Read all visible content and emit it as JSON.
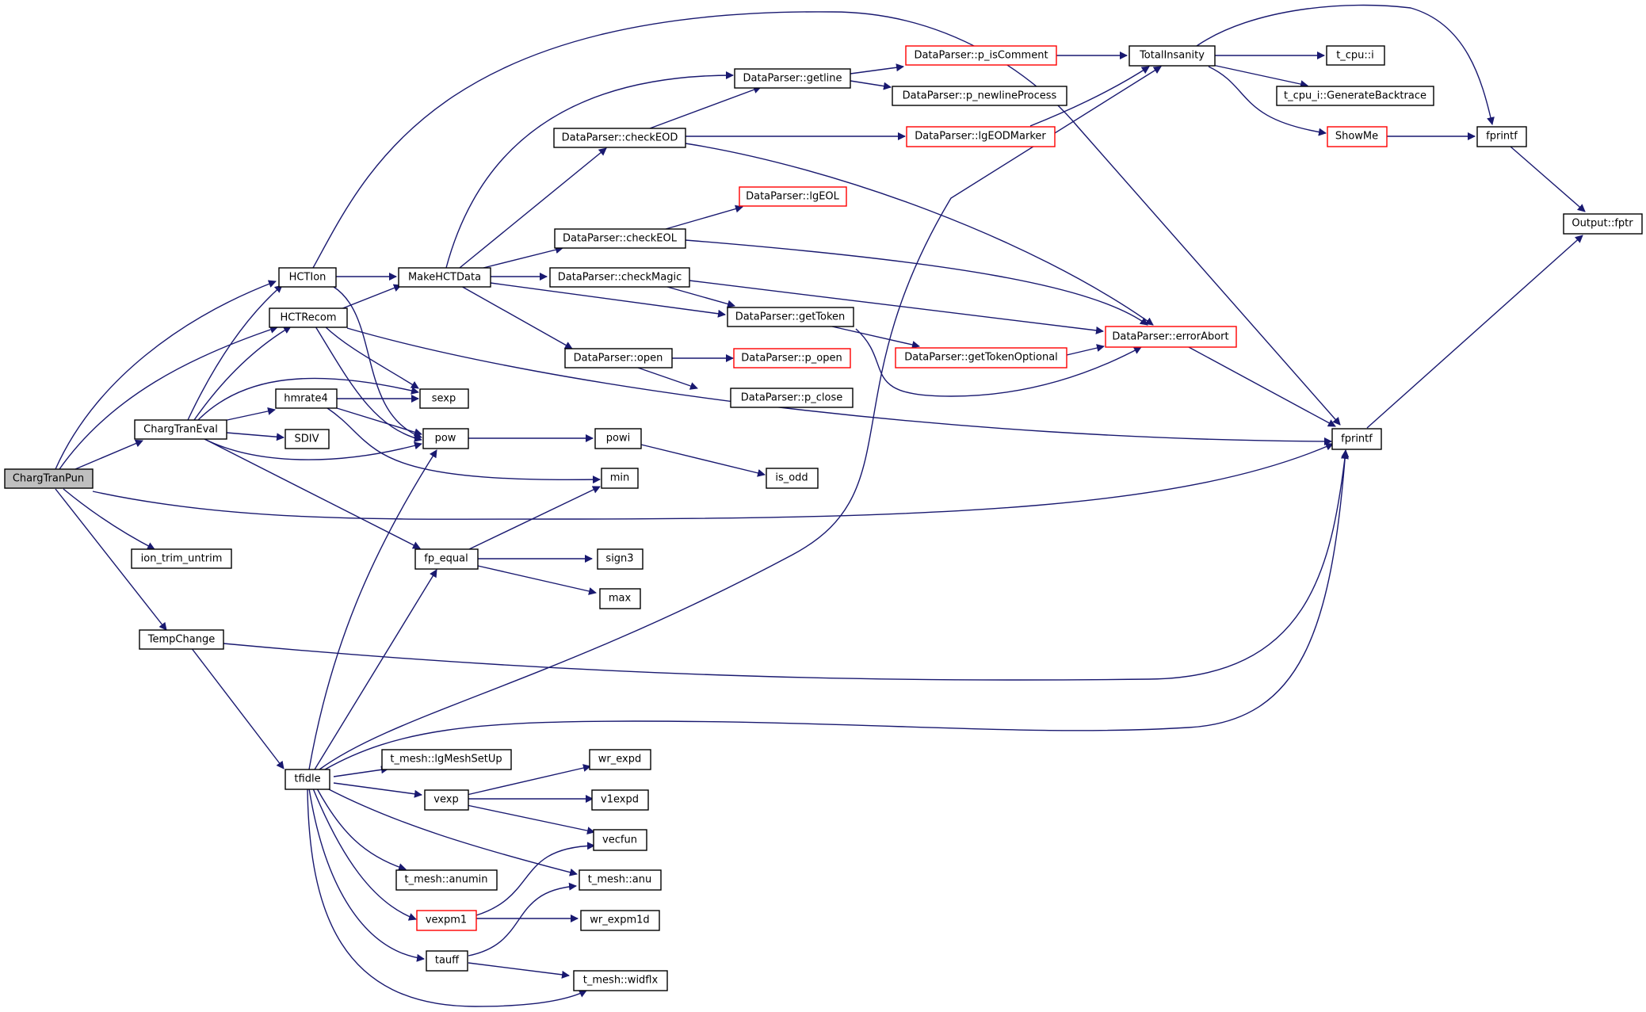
{
  "title": "Call graph for ChargTranPun",
  "colors": {
    "edge": "#191970",
    "node_border": "#000000",
    "error_border": "#ff0000",
    "root_fill": "#bfbfbf"
  },
  "nodes": {
    "ChargTranPun": "ChargTranPun",
    "ChargTranEval": "ChargTranEval",
    "HCTIon": "HCTIon",
    "HCTRecom": "HCTRecom",
    "hmrate4": "hmrate4",
    "SDIV": "SDIV",
    "sexp": "sexp",
    "pow": "pow",
    "ion_trim_untrim": "ion_trim_untrim",
    "TempChange": "TempChange",
    "tfidle": "tfidle",
    "MakeHCTData": "MakeHCTData",
    "getline": "DataParser::getline",
    "checkEOD": "DataParser::checkEOD",
    "checkEOL": "DataParser::checkEOL",
    "checkMagic": "DataParser::checkMagic",
    "getToken": "DataParser::getToken",
    "open": "DataParser::open",
    "p_open": "DataParser::p_open",
    "p_close": "DataParser::p_close",
    "lgEOL": "DataParser::lgEOL",
    "p_isComment": "DataParser::p_isComment",
    "p_newlineProcess": "DataParser::p_newlineProcess",
    "lgEODMarker": "DataParser::lgEODMarker",
    "getTokenOptional": "DataParser::getTokenOptional",
    "errorAbort": "DataParser::errorAbort",
    "TotalInsanity": "TotalInsanity",
    "t_cpu_i": "t_cpu::i",
    "GenerateBacktrace": "t_cpu_i::GenerateBacktrace",
    "ShowMe": "ShowMe",
    "fprintf_top": "fprintf",
    "Output_fptr": "Output::fptr",
    "fprintf_mid": "fprintf",
    "powi": "powi",
    "min": "min",
    "is_odd": "is_odd",
    "fp_equal": "fp_equal",
    "sign3": "sign3",
    "max": "max",
    "lgMeshSetUp": "t_mesh::lgMeshSetUp",
    "vexp": "vexp",
    "wr_expd": "wr_expd",
    "v1expd": "v1expd",
    "vecfun": "vecfun",
    "anumin": "t_mesh::anumin",
    "anu": "t_mesh::anu",
    "vexpm1": "vexpm1",
    "wr_expm1d": "wr_expm1d",
    "tauff": "tauff",
    "widflx": "t_mesh::widflx"
  },
  "edges": [
    [
      "ChargTranPun",
      "HCTIon"
    ],
    [
      "ChargTranPun",
      "HCTRecom"
    ],
    [
      "ChargTranPun",
      "ChargTranEval"
    ],
    [
      "ChargTranPun",
      "ion_trim_untrim"
    ],
    [
      "ChargTranPun",
      "TempChange"
    ],
    [
      "ChargTranPun",
      "fprintf_mid"
    ],
    [
      "ChargTranEval",
      "HCTIon"
    ],
    [
      "ChargTranEval",
      "HCTRecom"
    ],
    [
      "ChargTranEval",
      "hmrate4"
    ],
    [
      "ChargTranEval",
      "SDIV"
    ],
    [
      "ChargTranEval",
      "sexp"
    ],
    [
      "ChargTranEval",
      "pow"
    ],
    [
      "ChargTranEval",
      "fp_equal"
    ],
    [
      "HCTIon",
      "MakeHCTData"
    ],
    [
      "HCTIon",
      "pow"
    ],
    [
      "HCTIon",
      "fprintf_mid"
    ],
    [
      "HCTRecom",
      "MakeHCTData"
    ],
    [
      "HCTRecom",
      "sexp"
    ],
    [
      "HCTRecom",
      "pow"
    ],
    [
      "HCTRecom",
      "fprintf_mid"
    ],
    [
      "hmrate4",
      "sexp"
    ],
    [
      "hmrate4",
      "pow"
    ],
    [
      "hmrate4",
      "min"
    ],
    [
      "MakeHCTData",
      "getline"
    ],
    [
      "MakeHCTData",
      "checkEOD"
    ],
    [
      "MakeHCTData",
      "checkEOL"
    ],
    [
      "MakeHCTData",
      "checkMagic"
    ],
    [
      "MakeHCTData",
      "getToken"
    ],
    [
      "MakeHCTData",
      "open"
    ],
    [
      "getline",
      "p_isComment"
    ],
    [
      "getline",
      "p_newlineProcess"
    ],
    [
      "checkEOD",
      "getline"
    ],
    [
      "checkEOD",
      "lgEODMarker"
    ],
    [
      "checkEOD",
      "errorAbort"
    ],
    [
      "checkEOL",
      "lgEOL"
    ],
    [
      "checkEOL",
      "errorAbort"
    ],
    [
      "checkMagic",
      "getToken"
    ],
    [
      "checkMagic",
      "errorAbort"
    ],
    [
      "getToken",
      "getTokenOptional"
    ],
    [
      "getToken",
      "errorAbort"
    ],
    [
      "getTokenOptional",
      "errorAbort"
    ],
    [
      "open",
      "p_open"
    ],
    [
      "open",
      "p_close"
    ],
    [
      "p_isComment",
      "TotalInsanity"
    ],
    [
      "lgEODMarker",
      "TotalInsanity"
    ],
    [
      "TotalInsanity",
      "t_cpu_i"
    ],
    [
      "TotalInsanity",
      "GenerateBacktrace"
    ],
    [
      "TotalInsanity",
      "ShowMe"
    ],
    [
      "TotalInsanity",
      "fprintf_top"
    ],
    [
      "ShowMe",
      "fprintf_top"
    ],
    [
      "fprintf_top",
      "Output_fptr"
    ],
    [
      "fprintf_mid",
      "Output_fptr"
    ],
    [
      "errorAbort",
      "fprintf_mid"
    ],
    [
      "pow",
      "powi"
    ],
    [
      "powi",
      "is_odd"
    ],
    [
      "fp_equal",
      "min"
    ],
    [
      "fp_equal",
      "sign3"
    ],
    [
      "fp_equal",
      "max"
    ],
    [
      "TempChange",
      "tfidle"
    ],
    [
      "TempChange",
      "fprintf_mid"
    ],
    [
      "tfidle",
      "pow"
    ],
    [
      "tfidle",
      "fp_equal"
    ],
    [
      "tfidle",
      "TotalInsanity"
    ],
    [
      "tfidle",
      "fprintf_mid"
    ],
    [
      "tfidle",
      "lgMeshSetUp"
    ],
    [
      "tfidle",
      "vexp"
    ],
    [
      "tfidle",
      "anumin"
    ],
    [
      "tfidle",
      "anu"
    ],
    [
      "tfidle",
      "vexpm1"
    ],
    [
      "tfidle",
      "tauff"
    ],
    [
      "tfidle",
      "widflx"
    ],
    [
      "vexp",
      "wr_expd"
    ],
    [
      "vexp",
      "v1expd"
    ],
    [
      "vexp",
      "vecfun"
    ],
    [
      "vexpm1",
      "vecfun"
    ],
    [
      "vexpm1",
      "wr_expm1d"
    ],
    [
      "tauff",
      "anu"
    ],
    [
      "tauff",
      "widflx"
    ]
  ]
}
